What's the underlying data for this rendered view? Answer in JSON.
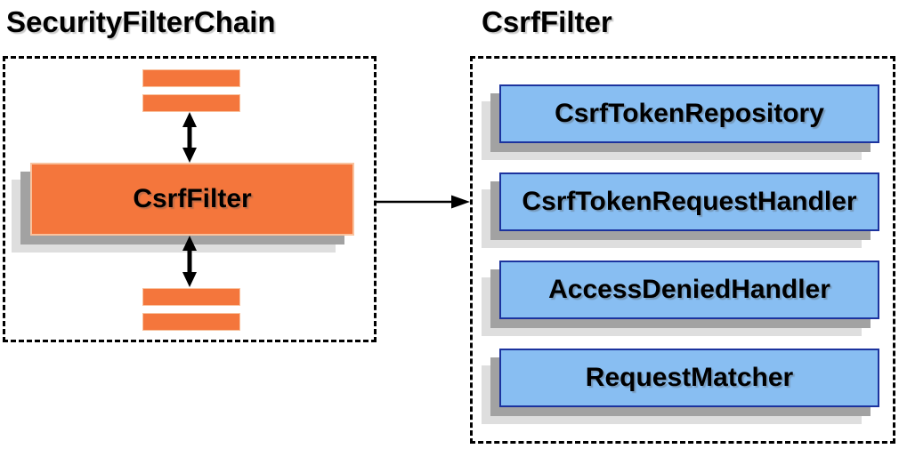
{
  "diagram": {
    "left_panel": {
      "title": "SecurityFilterChain",
      "filter_label": "CsrfFilter"
    },
    "right_panel": {
      "title": "CsrfFilter",
      "components": [
        {
          "label": "CsrfTokenRepository"
        },
        {
          "label": "CsrfTokenRequestHandler"
        },
        {
          "label": "AccessDeniedHandler"
        },
        {
          "label": "RequestMatcher"
        }
      ]
    },
    "connectors": {
      "vertical_top": "double-headed-arrow",
      "vertical_bottom": "double-headed-arrow",
      "horizontal": "right-arrow"
    },
    "colors": {
      "node_orange": "#F4763C",
      "node_orange_border": "#F9C29E",
      "component_blue": "#88BEF2",
      "component_blue_border": "#1C339E",
      "shadow_dark": "#A2A2A2",
      "shadow_light": "#DEDEDE",
      "outline_black": "#000000"
    }
  }
}
